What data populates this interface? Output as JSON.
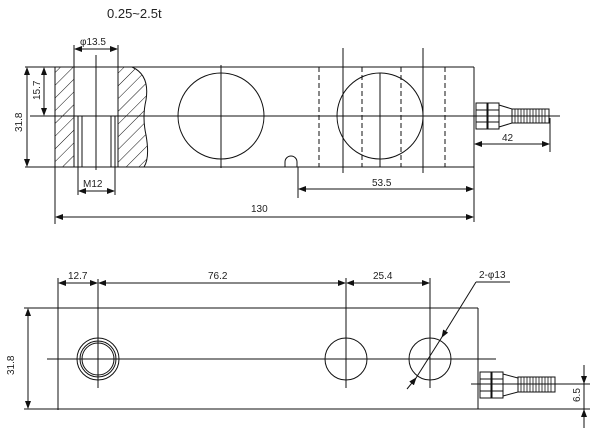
{
  "title": "0.25~2.5t",
  "colors": {
    "line": "#111111",
    "text": "#222222",
    "background": "#ffffff"
  },
  "top_view": {
    "dimensions": {
      "bore_diameter": "φ13.5",
      "bore_depth": "15.7",
      "height": "31.8",
      "thread": "M12",
      "overall_length": "130",
      "center_to_end": "53.5",
      "cable_length": "42"
    }
  },
  "bottom_view": {
    "dimensions": {
      "end_to_first_hole": "12.7",
      "hole_spacing": "76.2",
      "mount_hole_spacing": "25.4",
      "hole_callout": "2-φ13",
      "height": "31.8",
      "cable_offset": "6.5"
    }
  }
}
